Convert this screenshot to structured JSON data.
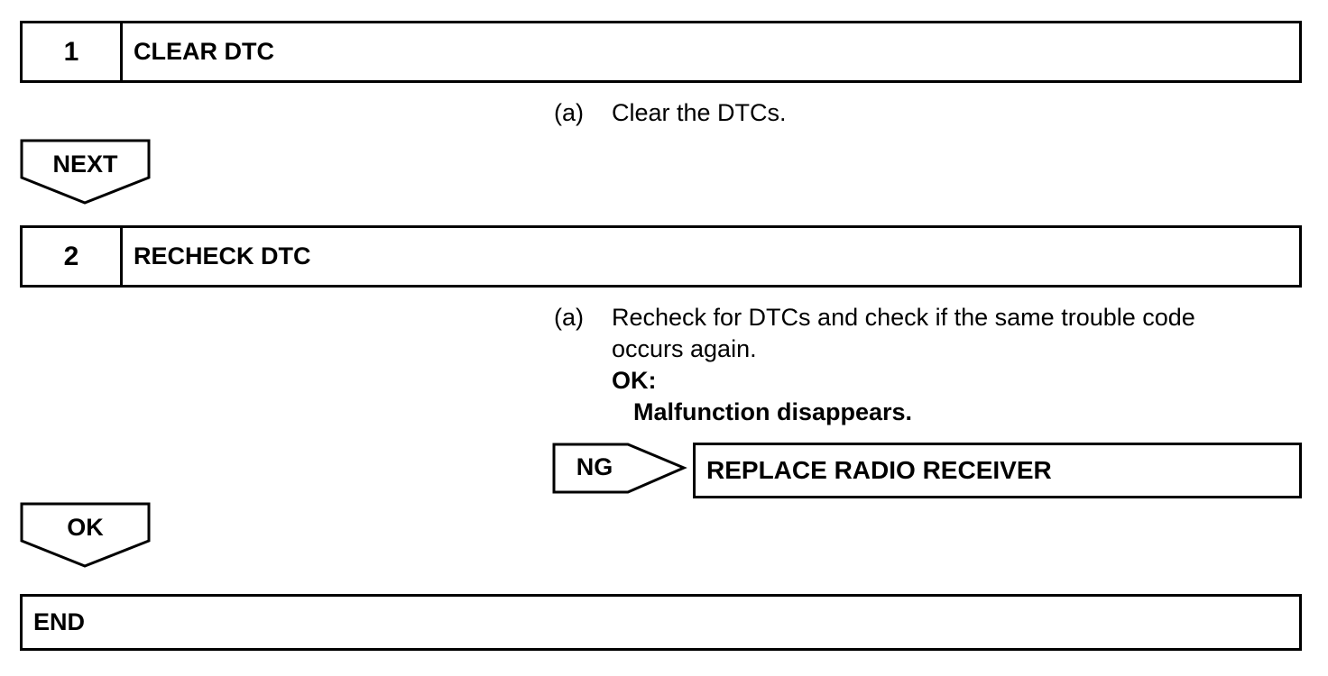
{
  "steps": [
    {
      "number": "1",
      "title": "CLEAR DTC"
    },
    {
      "number": "2",
      "title": "RECHECK DTC"
    }
  ],
  "step1_instruction": {
    "label": "(a)",
    "text": "Clear the DTCs."
  },
  "step2_instruction": {
    "label": "(a)",
    "line1": "Recheck for DTCs and check if the same trouble code",
    "line2": "occurs again.",
    "ok_label": "OK:",
    "ok_text": "Malfunction disappears."
  },
  "next_label": "NEXT",
  "ng_label": "NG",
  "ng_result": "REPLACE RADIO RECEIVER",
  "ok_label": "OK",
  "end_label": "END"
}
